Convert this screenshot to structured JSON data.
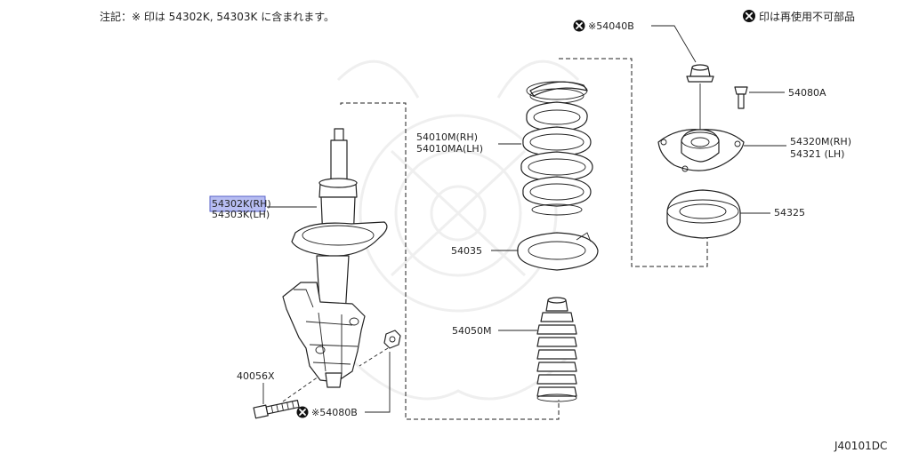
{
  "diagram": {
    "note": "注記：※ 印は 54302K, 54303K に含まれます。",
    "legend": "印は再使用不可部品",
    "diagram_code": "J40101DC",
    "callouts": {
      "strut_rh": "54302K(RH)",
      "strut_lh": "54303K(LH)",
      "spring_rh": "54010M(RH)",
      "spring_lh": "54010MA(LH)",
      "nut_top": "※54040B",
      "bolt_top": "54080A",
      "mount_rh": "54320M(RH)",
      "mount_lh": "54321 (LH)",
      "bearing": "54325",
      "spring_seat": "54035",
      "bound_bumper": "54050M",
      "bolt_lower": "40056X",
      "nut_lower": "※54080B"
    },
    "icons": {
      "non_reusable": "x-circle-icon"
    }
  }
}
